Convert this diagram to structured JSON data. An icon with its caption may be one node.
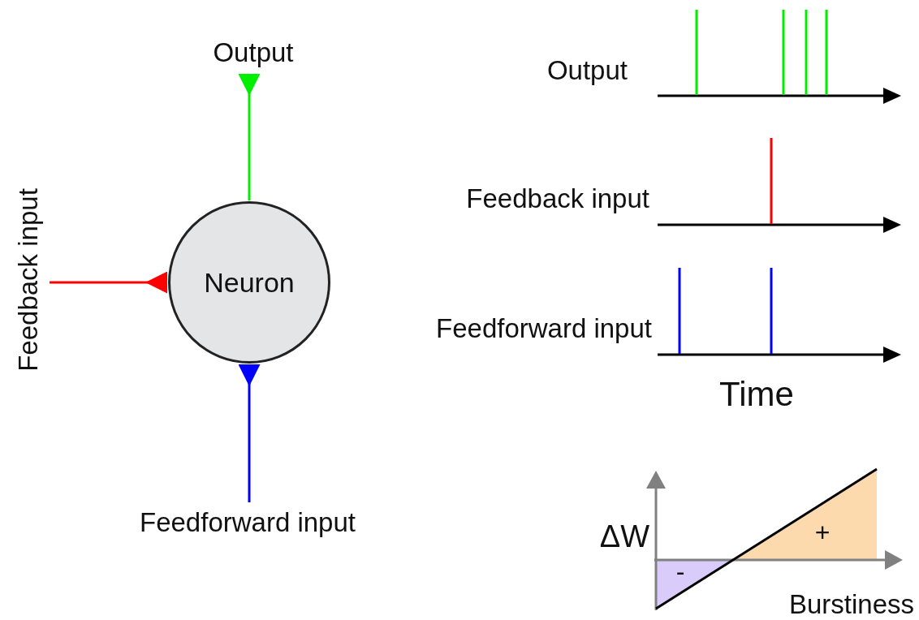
{
  "diagram": {
    "nodes": [
      {
        "text": [
          "Neuron"
        ]
      },
      {
        "text": [
          "Output"
        ]
      },
      {
        "text": [
          "Feedback input"
        ]
      },
      {
        "text": [
          "Feedforward input"
        ]
      }
    ],
    "edges": [
      {
        "from": 0,
        "to": 1,
        "arrow": "other",
        "color": "#00ee00"
      },
      {
        "from": 2,
        "to": 0,
        "arrow": "other",
        "color": "#ff0000"
      },
      {
        "from": 3,
        "to": 0,
        "arrow": "other",
        "color": "#0000ff"
      }
    ],
    "labels": [
      "Output",
      "Feedback input",
      "Feedforward input",
      "Time",
      "ΔW",
      "+",
      "-",
      "Burstiness"
    ]
  }
}
